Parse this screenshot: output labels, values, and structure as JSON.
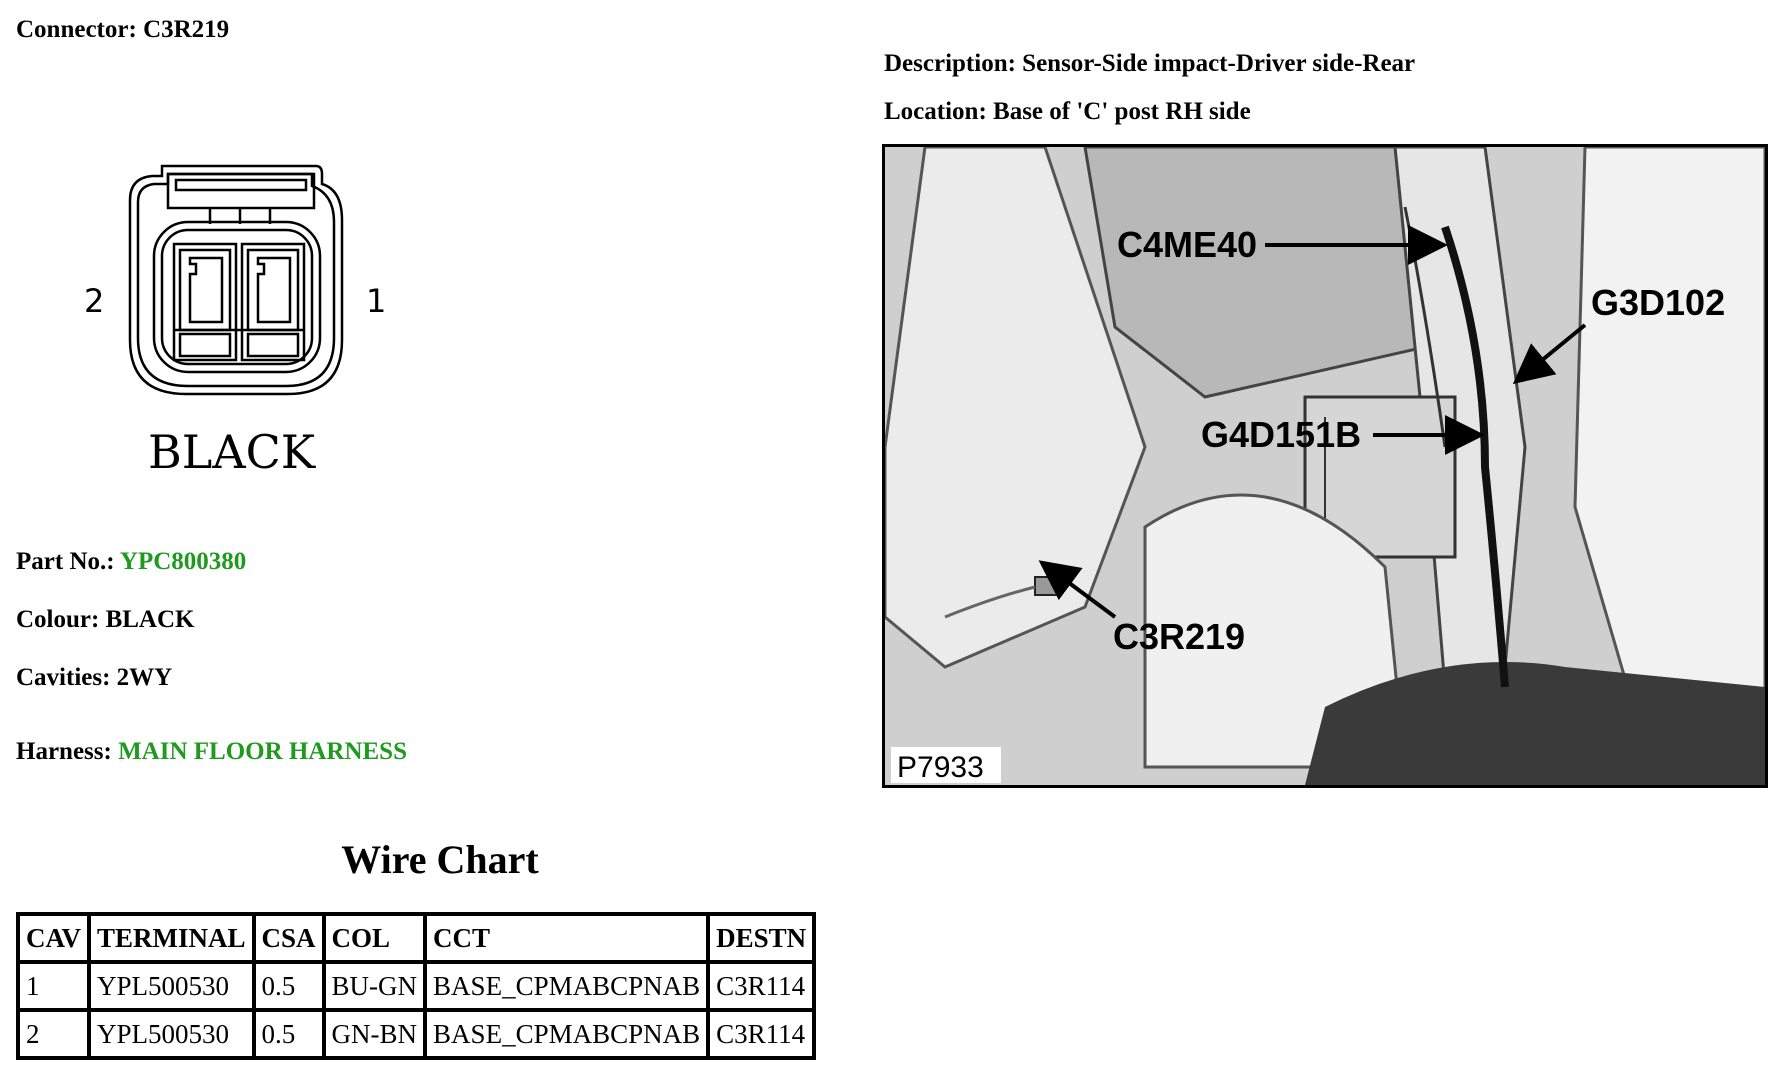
{
  "connector": {
    "label": "Connector:",
    "value": "C3R219"
  },
  "description": {
    "label": "Description:",
    "value": "Sensor-Side impact-Driver side-Rear"
  },
  "location": {
    "label": "Location:",
    "value": "Base of 'C' post RH side"
  },
  "diagram": {
    "pin_left": "2",
    "pin_right": "1",
    "colour_text": "BLACK"
  },
  "part_no": {
    "label": "Part No.:",
    "value": "YPC800380"
  },
  "colour": {
    "label": "Colour:",
    "value": "BLACK"
  },
  "cavities": {
    "label": "Cavities:",
    "value": "2WY"
  },
  "harness": {
    "label": "Harness:",
    "value": "MAIN FLOOR HARNESS"
  },
  "photo": {
    "callouts": [
      "C4ME40",
      "G3D102",
      "G4D151B",
      "C3R219"
    ],
    "ref": "P7933"
  },
  "wire_chart": {
    "title": "Wire Chart",
    "headers": [
      "CAV",
      "TERMINAL",
      "CSA",
      "COL",
      "CCT",
      "DESTN"
    ],
    "rows": [
      [
        "1",
        "YPL500530",
        "0.5",
        "BU-GN",
        "BASE_CPMABCPNAB",
        "C3R114"
      ],
      [
        "2",
        "YPL500530",
        "0.5",
        "GN-BN",
        "BASE_CPMABCPNAB",
        "C3R114"
      ]
    ]
  },
  "colors": {
    "link_green": "#1e9a1e"
  }
}
